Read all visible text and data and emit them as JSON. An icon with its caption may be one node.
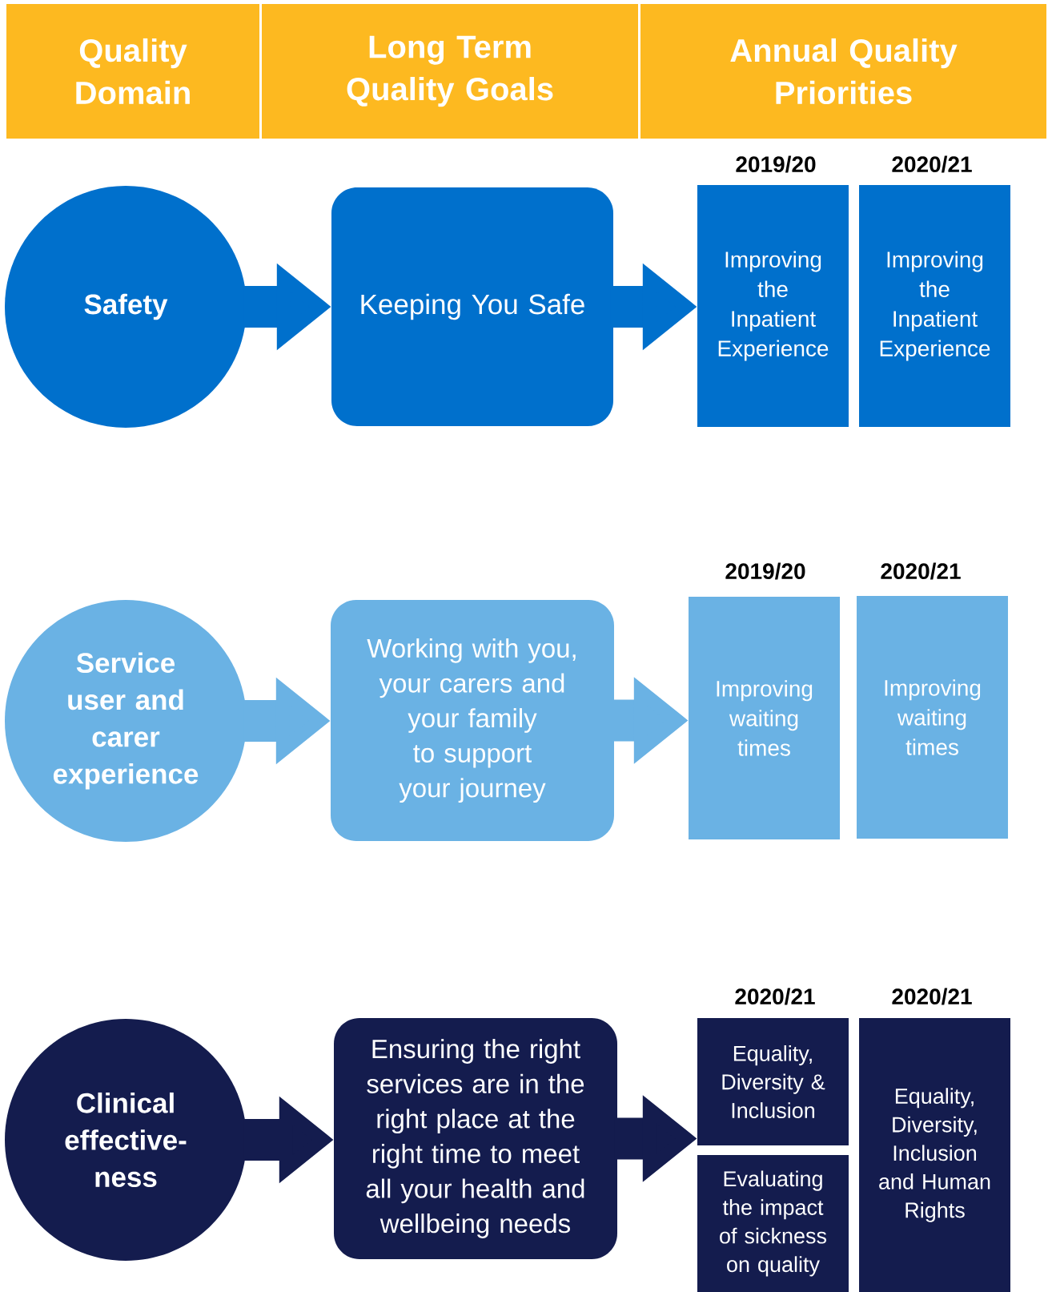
{
  "diagram": {
    "nodes": [
      {
        "text": [
          "Quality Domain"
        ]
      },
      {
        "text": [
          "Long Term Quality Goals"
        ]
      },
      {
        "text": [
          "Annual Quality Priorities"
        ]
      },
      {
        "text": [
          "Safety"
        ]
      },
      {
        "text": [
          "Keeping You Safe"
        ]
      },
      {
        "text": [
          "Improving the Inpatient Experience"
        ],
        "beside": [
          "2019/20"
        ]
      },
      {
        "text": [
          "Improving the Inpatient Experience"
        ],
        "beside": [
          "2020/21"
        ]
      },
      {
        "text": [
          "Service user and carer experience"
        ]
      },
      {
        "text": [
          "Working with you, your carers and your family to support your journey"
        ]
      },
      {
        "text": [
          "Improving waiting times"
        ],
        "beside": [
          "2019/20"
        ]
      },
      {
        "text": [
          "Improving waiting times"
        ],
        "beside": [
          "2020/21"
        ]
      },
      {
        "text": [
          "Clinical effective- ness"
        ]
      },
      {
        "text": [
          "Ensuring the right services are in the right place at the right time to meet all your health and wellbeing needs"
        ]
      },
      {
        "text": [
          "Equality, Diversity & Inclusion"
        ],
        "beside": [
          "2020/21"
        ]
      },
      {
        "text": [
          "Evaluating the impact of sickness on quality"
        ]
      },
      {
        "text": [
          "Equality, Diversity, Inclusion and Human Rights"
        ],
        "beside": [
          "2020/21"
        ]
      }
    ],
    "edges": [
      {
        "from": 3,
        "to": 4,
        "arrow": "to",
        "color": "#0070cc"
      },
      {
        "from": 4,
        "to": 5,
        "arrow": "to",
        "color": "#0070cc"
      },
      {
        "from": 7,
        "to": 8,
        "arrow": "to",
        "color": "#6ab2e4"
      },
      {
        "from": 8,
        "to": 9,
        "arrow": "to",
        "color": "#6ab2e4"
      },
      {
        "from": 11,
        "to": 12,
        "arrow": "to",
        "color": "#141c4e"
      },
      {
        "from": 12,
        "to": 13,
        "arrow": "to",
        "color": "#141c4e"
      }
    ]
  }
}
